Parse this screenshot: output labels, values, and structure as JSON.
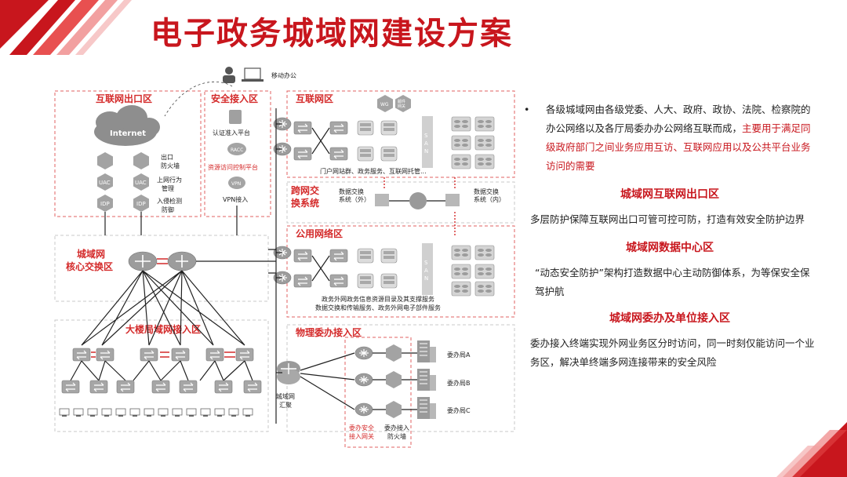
{
  "title": "电子政务城域网建设方案",
  "colors": {
    "accent": "#c8161d",
    "zone_border": "#e06060",
    "device": "#9a9a9a"
  },
  "diagram": {
    "mobile": {
      "label": "移动办公"
    },
    "zones": {
      "internet_exit": {
        "label": "互联网出口区",
        "cloud": "Internet",
        "items": [
          "出口\n防火墙",
          "上网行为\n管理",
          "入侵检测\n防御"
        ],
        "badges": [
          "UAC",
          "UAC",
          "IDP",
          "IDP"
        ]
      },
      "secure_access": {
        "label": "安全接入区",
        "items": [
          "认证准入平台",
          "RACC",
          "资源访问控制平台",
          "VPN",
          "VPN接入"
        ]
      },
      "internet_area": {
        "label": "互联网区",
        "caption": "门户网站群、政务服务、互联网托管...",
        "top_badges": [
          "WG",
          "邮件\n网关"
        ],
        "san": "S\nA\nN"
      },
      "cross_net": {
        "label": "跨网交\n换系统",
        "left": "数据交换\n系统（外）",
        "right": "数据交换\n系统（内）"
      },
      "public_net": {
        "label": "公用网络区",
        "caption1": "政务外网政务信息资源目录及其支撑服务",
        "caption2": "数据交换和传输服务、政务外网电子部件服务",
        "san": "S\nA\nN"
      },
      "core": {
        "label": "城域网\n核心交换区"
      },
      "building": {
        "label": "大楼局域网接入区"
      },
      "physical": {
        "label": "物理委办接入区",
        "agg": "城域网\n汇聚",
        "bureaus": [
          "委办局A",
          "委办局B",
          "委办局C"
        ],
        "gw": "委办安全\n接入网关",
        "fw": "委办接入\n防火墙"
      }
    }
  },
  "panel": {
    "bullet": "•",
    "intro_plain": "各级城域网由各级党委、人大、政府、政协、法院、检察院的办公网络以及各厅局委办办公网络互联而成，",
    "intro_red": "主要用于满足同级政府部门之间业务应用互访、互联网应用以及公共平台业务访问的需要",
    "sections": [
      {
        "heading": "城域网互联网出口区",
        "body": "多层防护保障互联网出口可管可控可防，打造有效安全防护边界"
      },
      {
        "heading": "城域网数据中心区",
        "body": "“动态安全防护”架构打造数据中心主动防御体系，为等保安全保驾护航"
      },
      {
        "heading": "城域网委办及单位接入区",
        "body": "委办接入终端实现外网业务区分时访问，同一时刻仅能访问一个业务区，解决单终端多网连接带来的安全风险"
      }
    ]
  }
}
